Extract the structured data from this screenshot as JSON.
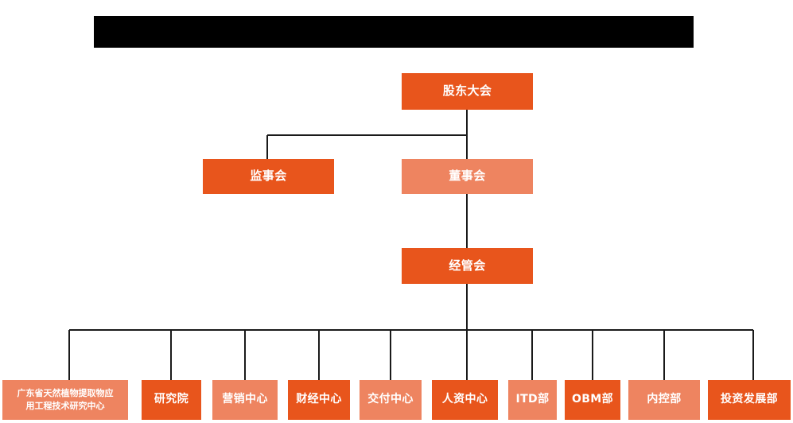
{
  "header": {
    "banner_redacted": true,
    "banner_label": "",
    "banner_color": "#000000"
  },
  "colors": {
    "accent_dark": "#E8551C",
    "accent_light": "#EE8460",
    "connector": "#1a1a1a",
    "background": "#FFFFFF",
    "node_text": "#FFFFFF"
  },
  "chart_data": {
    "type": "org-chart",
    "title": "",
    "orientation": "top-down",
    "levels": 4,
    "nodes": [
      {
        "id": "n1",
        "label": "股东大会",
        "level": 1,
        "tone": "dark",
        "parent": null
      },
      {
        "id": "n2",
        "label": "监事会",
        "level": 2,
        "tone": "dark",
        "parent": "n1"
      },
      {
        "id": "n3",
        "label": "董事会",
        "level": 2,
        "tone": "light",
        "parent": "n1"
      },
      {
        "id": "n4",
        "label": "经管会",
        "level": 3,
        "tone": "dark",
        "parent": "n3"
      },
      {
        "id": "n5",
        "label": "广东省天然植物提取物应用工程技术研究中心",
        "level": 4,
        "tone": "light",
        "parent": "n4"
      },
      {
        "id": "n6",
        "label": "研究院",
        "level": 4,
        "tone": "dark",
        "parent": "n4"
      },
      {
        "id": "n7",
        "label": "营销中心",
        "level": 4,
        "tone": "light",
        "parent": "n4"
      },
      {
        "id": "n8",
        "label": "财经中心",
        "level": 4,
        "tone": "dark",
        "parent": "n4"
      },
      {
        "id": "n9",
        "label": "交付中心",
        "level": 4,
        "tone": "light",
        "parent": "n4"
      },
      {
        "id": "n10",
        "label": "人资中心",
        "level": 4,
        "tone": "dark",
        "parent": "n4"
      },
      {
        "id": "n11",
        "label": "ITD部",
        "level": 4,
        "tone": "light",
        "parent": "n4"
      },
      {
        "id": "n12",
        "label": "OBM部",
        "level": 4,
        "tone": "dark",
        "parent": "n4"
      },
      {
        "id": "n13",
        "label": "内控部",
        "level": 4,
        "tone": "light",
        "parent": "n4"
      },
      {
        "id": "n14",
        "label": "投资发展部",
        "level": 4,
        "tone": "dark",
        "parent": "n4"
      }
    ]
  },
  "nodes": {
    "shareholders_meeting": "股东大会",
    "board_of_supervisors": "监事会",
    "board_of_directors": "董事会",
    "management_committee": "经管会",
    "research_center_line1": "广东省天然植物提取物应",
    "research_center_line2": "用工程技术研究中心",
    "research_institute": "研究院",
    "marketing_center": "营销中心",
    "finance_center": "财经中心",
    "delivery_center": "交付中心",
    "hr_center": "人资中心",
    "itd_dept": "ITD部",
    "obm_dept": "OBM部",
    "internal_control_dept": "内控部",
    "investment_development_dept": "投资发展部"
  }
}
